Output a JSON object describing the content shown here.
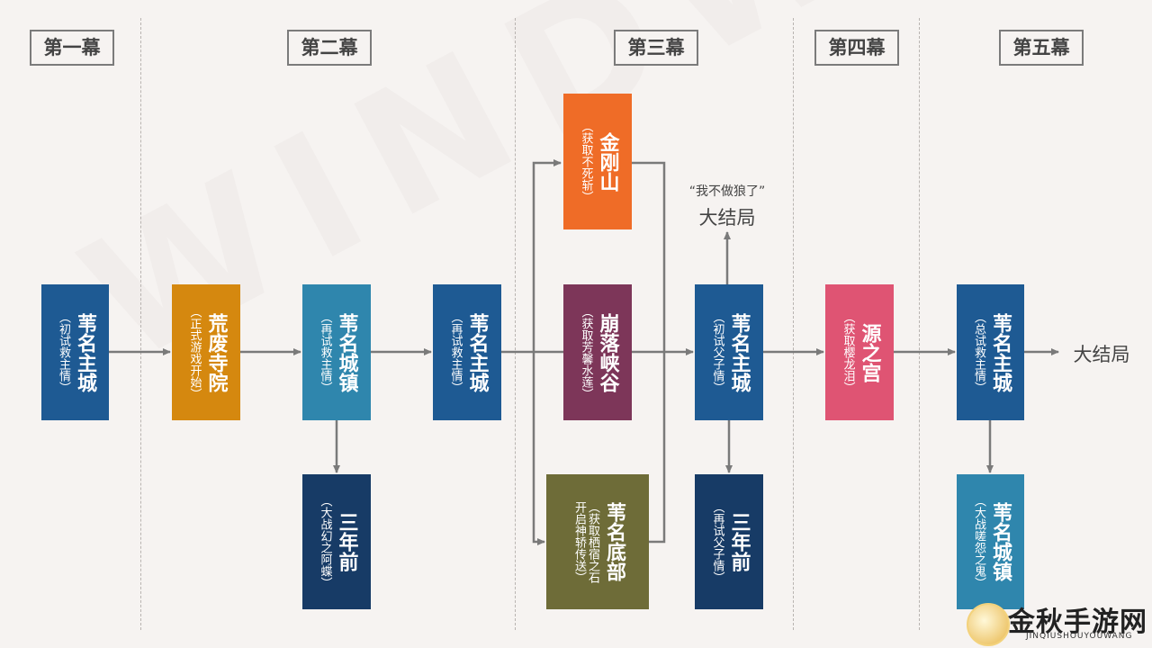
{
  "acts": [
    "第一幕",
    "第二幕",
    "第三幕",
    "第四幕",
    "第五幕"
  ],
  "nodes": [
    {
      "id": "n1",
      "title": "苇名主城",
      "sub": "（初试救主情）",
      "color": "#1e5a93"
    },
    {
      "id": "n2",
      "title": "荒废寺院",
      "sub": "（正式游戏开始）",
      "color": "#d5880f"
    },
    {
      "id": "n3",
      "title": "苇名城镇",
      "sub": "（再试救主情）",
      "color": "#2f86ad"
    },
    {
      "id": "n4",
      "title": "三年前",
      "sub": "（大战幻之阿蝶）",
      "color": "#173b66"
    },
    {
      "id": "n5",
      "title": "苇名主城",
      "sub": "（再试救主情）",
      "color": "#1e5a93"
    },
    {
      "id": "n6",
      "title": "金刚山",
      "sub": "（获取不死斩）",
      "color": "#ef6c27"
    },
    {
      "id": "n7",
      "title": "崩落峡谷",
      "sub": "（获取芳馨水莲）",
      "color": "#7d3659"
    },
    {
      "id": "n8",
      "title": "苇名底部",
      "sub": "（获取栖宿之石\n开启神轿传送）",
      "color": "#6e6c38"
    },
    {
      "id": "n9",
      "title": "苇名主城",
      "sub": "（初试父子情）",
      "color": "#1e5a93"
    },
    {
      "id": "n10",
      "title": "三年前",
      "sub": "（再试父子情）",
      "color": "#173b66"
    },
    {
      "id": "n11",
      "title": "源之宫",
      "sub": "（获取樱龙泪）",
      "color": "#df5473"
    },
    {
      "id": "n12",
      "title": "苇名主城",
      "sub": "（总试救主情）",
      "color": "#1e5a93"
    },
    {
      "id": "n13",
      "title": "苇名城镇",
      "sub": "（大战嗟怨之鬼）",
      "color": "#2f86ad"
    }
  ],
  "endings": {
    "quote": "“我不做狼了”",
    "ending_a": "大结局",
    "ending_b": "大结局"
  },
  "logo": {
    "text": "金秋手游网",
    "sub": "JINQIUSHOUYOUWANG"
  },
  "watermark": "WINDWEZ"
}
